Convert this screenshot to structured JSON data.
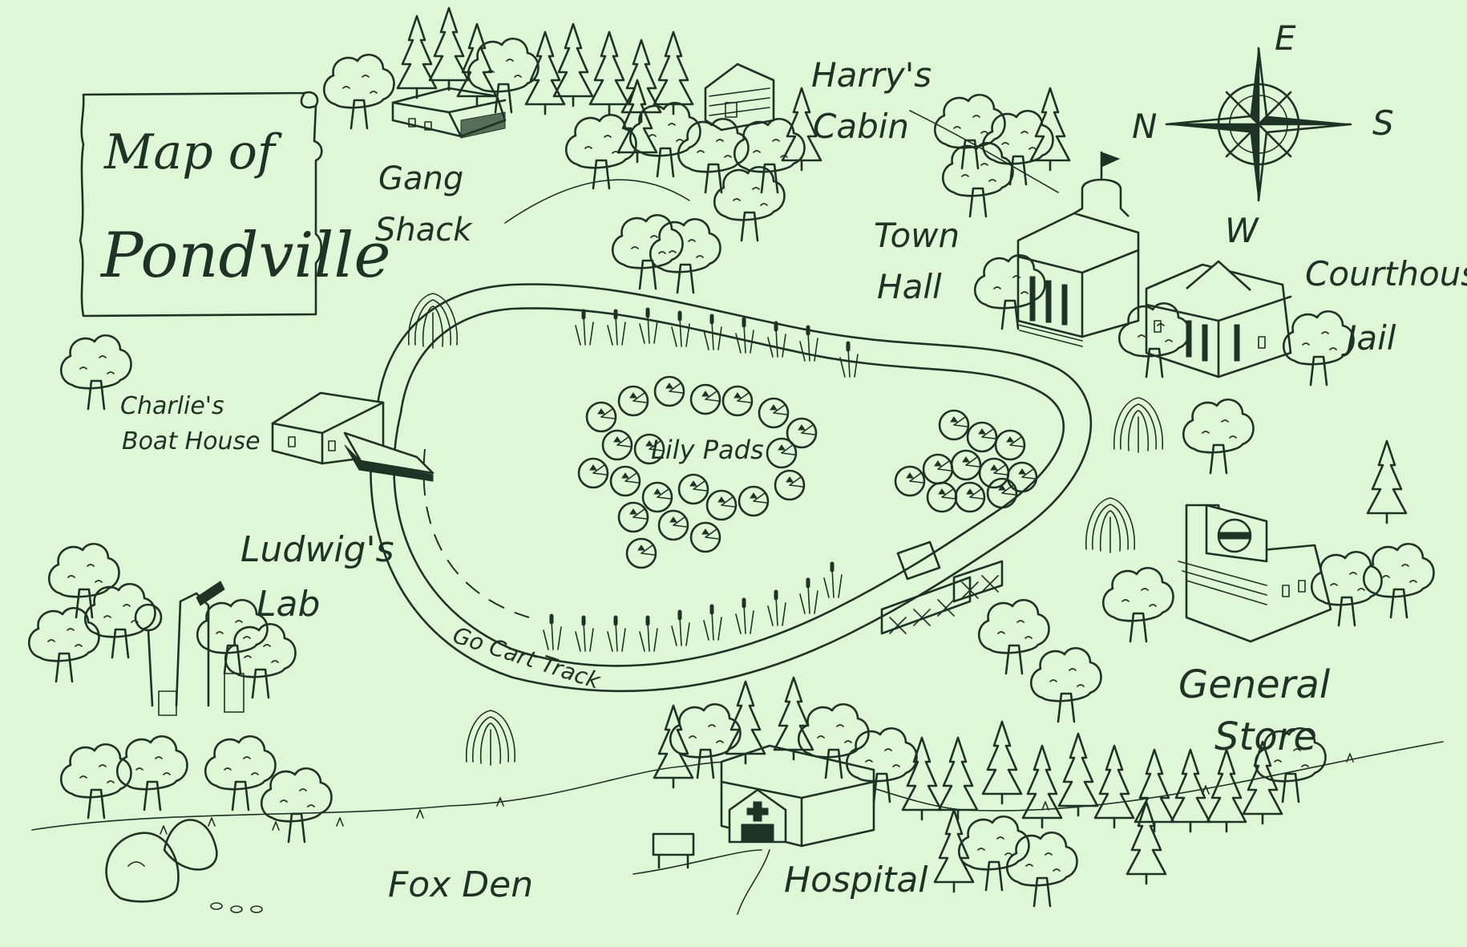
{
  "title": {
    "line1": "Map of",
    "line2": "Pondville"
  },
  "labels": {
    "gang_shack": [
      "Gang",
      "Shack"
    ],
    "harrys_cabin": [
      "Harry's",
      "Cabin"
    ],
    "town_hall": [
      "Town",
      "Hall"
    ],
    "courthouse_jail": [
      "Courthouse",
      "Jail"
    ],
    "charlies_boat_house": [
      "Charlie's",
      "Boat House"
    ],
    "lily_pads": "Lily Pads",
    "ludwigs_lab": [
      "Ludwig's",
      "Lab"
    ],
    "go_cart_track": "Go Cart Track",
    "general_store": [
      "General",
      "Store"
    ],
    "fox_den": "Fox Den",
    "hospital": "Hospital"
  },
  "compass": {
    "north": "N",
    "east": "E",
    "south": "S",
    "west": "W"
  },
  "colors": {
    "paper": "#dff7d6",
    "ink": "#1e3325"
  },
  "icons": [
    "tree-icon",
    "pine-icon",
    "willow-icon",
    "building-icon",
    "compass-rose-icon",
    "lily-pad-icon",
    "flag-icon",
    "cross-icon",
    "boulder-icon",
    "scroll-icon"
  ]
}
